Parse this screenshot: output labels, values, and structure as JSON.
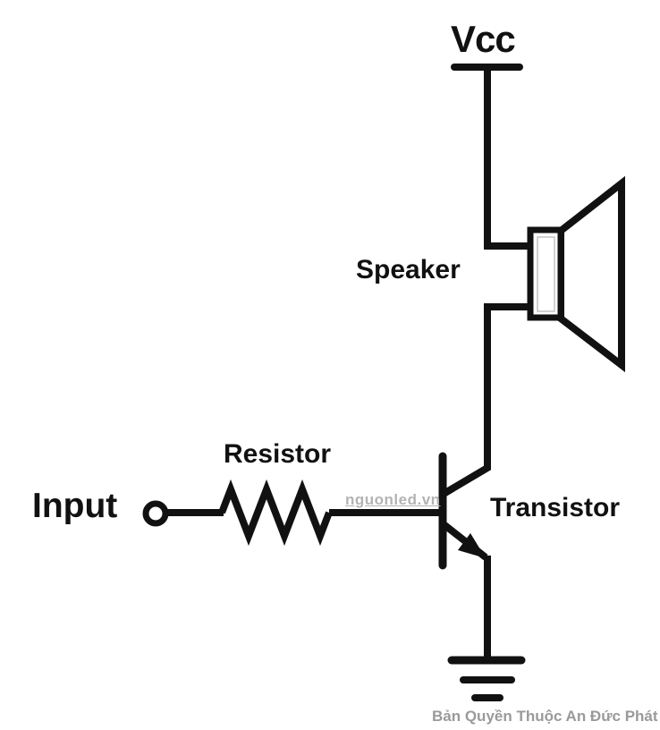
{
  "labels": {
    "vcc": "Vcc",
    "speaker": "Speaker",
    "resistor": "Resistor",
    "transistor": "Transistor",
    "input": "Input"
  },
  "watermark": "nguonled.vn",
  "credit": "Bản Quyền Thuộc An Đức Phát",
  "colors": {
    "line": "#111111",
    "background": "#ffffff",
    "watermark_text": "#b3b3b3",
    "credit_text": "#9a9a9a",
    "speaker_inner_line": "#c4c4c4"
  },
  "symbols": [
    "vcc-rail-symbol",
    "speaker-symbol",
    "resistor-zigzag-symbol",
    "npn-transistor-symbol",
    "input-terminal-symbol",
    "ground-symbol"
  ]
}
